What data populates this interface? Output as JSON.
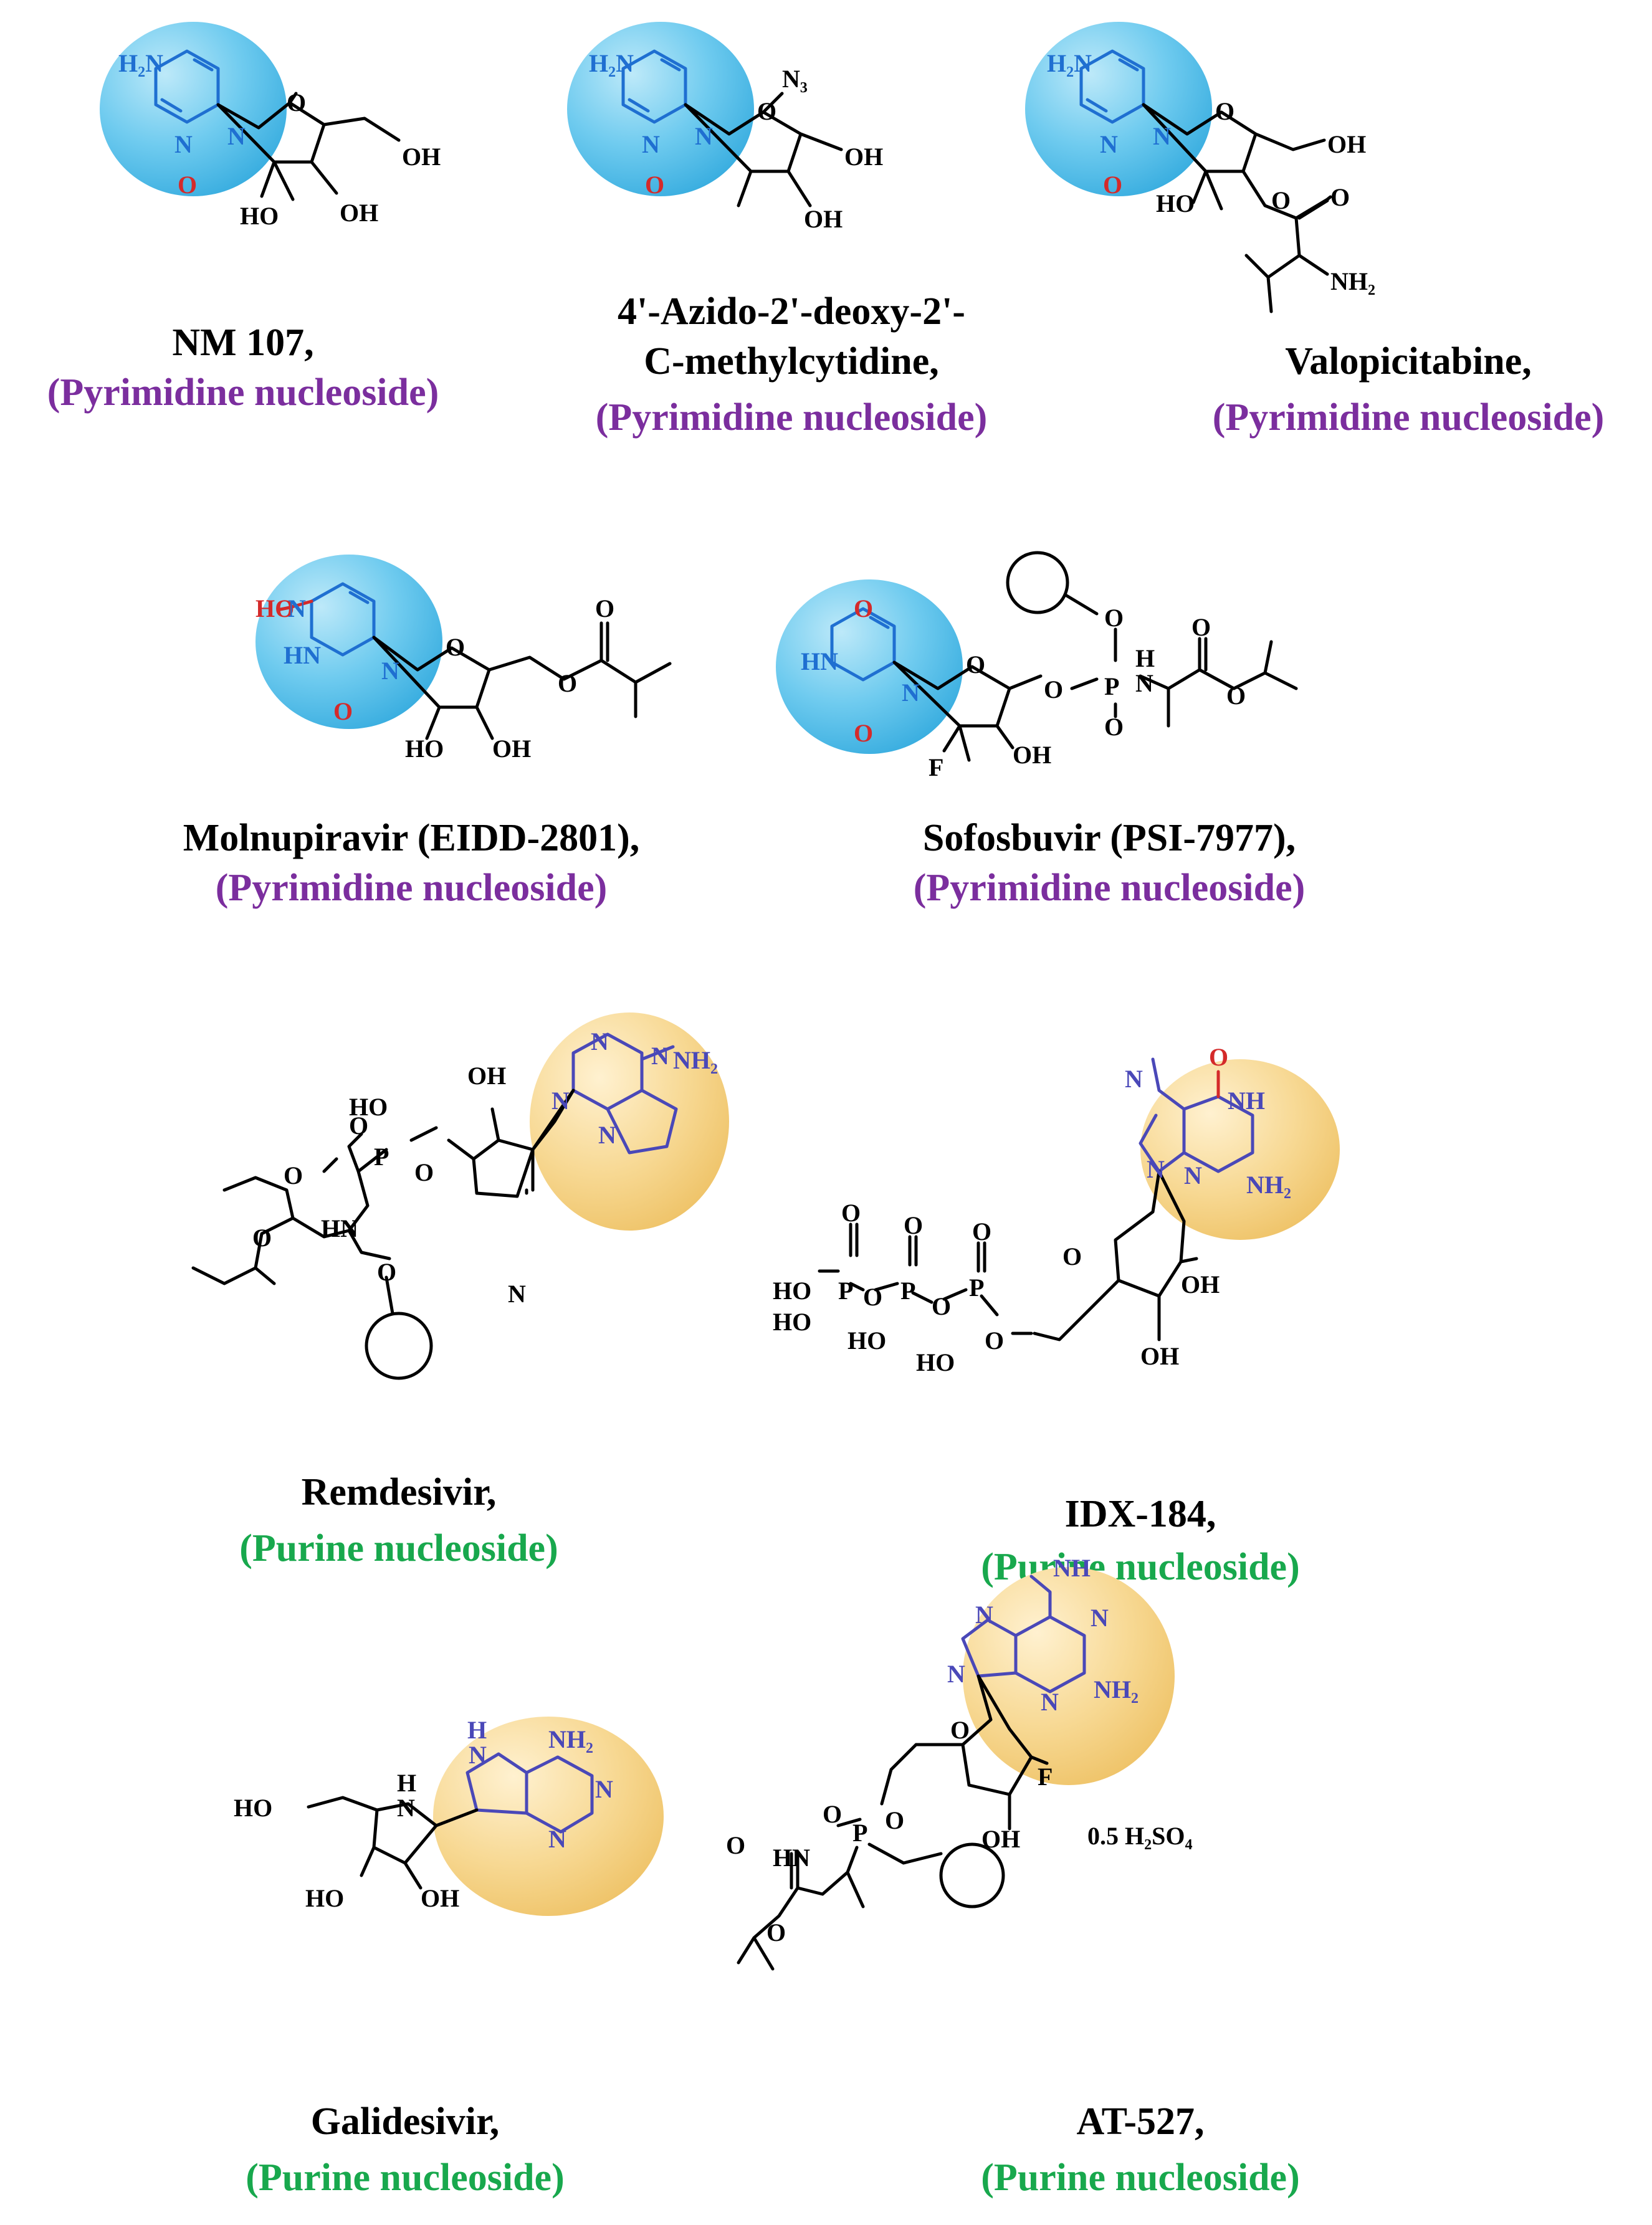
{
  "colors": {
    "pyrimidine_label": "#7b2e9e",
    "purine_label": "#18a84d",
    "pyrimidine_highlight": "#64c8ee",
    "purine_highlight": "#f6d48c",
    "base_atoms_blue": "#1f6fd1",
    "purine_atoms_indigo": "#4a48b8",
    "oxygen_red": "#d42a2a",
    "bond_black": "#000000"
  },
  "compounds": [
    {
      "id": "nm107",
      "name": "NM 107,",
      "class": "(Pyrimidine nucleoside)",
      "class_type": "pyrimidine"
    },
    {
      "id": "azido",
      "name_lines": [
        "4'-Azido-2'-deoxy-2'-",
        "C-methylcytidine,"
      ],
      "class": "(Pyrimidine nucleoside)",
      "class_type": "pyrimidine"
    },
    {
      "id": "valopicitabine",
      "name": "Valopicitabine,",
      "class": "(Pyrimidine nucleoside)",
      "class_type": "pyrimidine"
    },
    {
      "id": "molnupiravir",
      "name": "Molnupiravir (EIDD-2801),",
      "class": "(Pyrimidine nucleoside)",
      "class_type": "pyrimidine"
    },
    {
      "id": "sofosbuvir",
      "name": "Sofosbuvir (PSI-7977),",
      "class": "(Pyrimidine nucleoside)",
      "class_type": "pyrimidine"
    },
    {
      "id": "remdesivir",
      "name": "Remdesivir,",
      "class": "(Purine nucleoside)",
      "class_type": "purine"
    },
    {
      "id": "idx184",
      "name": "IDX-184,",
      "class": "(Purine nucleoside)",
      "class_type": "purine"
    },
    {
      "id": "galidesivir",
      "name": "Galidesivir,",
      "class": "(Purine nucleoside)",
      "class_type": "purine"
    },
    {
      "id": "at527",
      "name": "AT-527,",
      "class": "(Purine nucleoside)",
      "class_type": "purine"
    }
  ],
  "atoms": {
    "H2N": "H₂N",
    "NH2": "NH₂",
    "N": "N",
    "O": "O",
    "OH": "OH",
    "HO": "HO",
    "HN": "HN",
    "NH": "NH",
    "N3": "N₃",
    "F": "F",
    "P": "P",
    "H": "H",
    "HO_N": "HO",
    "salt": "0.5 H₂SO₄"
  }
}
